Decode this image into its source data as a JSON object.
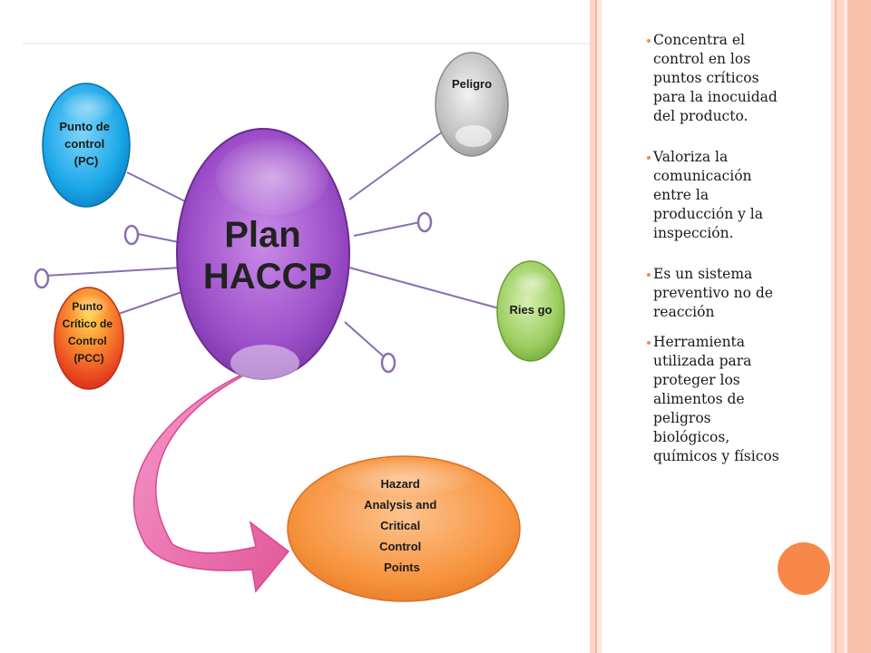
{
  "colors": {
    "accent": "#f7884a",
    "stripe_light": "#fcd5c4",
    "stripe_mid": "#f7b9a0",
    "line": "#8a6fb0",
    "center_node": "#9d4fc9",
    "blue_node": "#1aa7e8",
    "gray_node": "#bfbfbf",
    "green_node": "#9ccd5f",
    "red_node": "#f24a1e",
    "orange_node": "#f7943f",
    "arrow": "#ee6fab"
  },
  "diagram": {
    "center": {
      "lines": [
        "Plan",
        "HACCP"
      ]
    },
    "nodes": [
      {
        "id": "pc",
        "lines": [
          "Punto de",
          "control",
          "(PC)"
        ]
      },
      {
        "id": "peligro",
        "lines": [
          "Peligro"
        ]
      },
      {
        "id": "riesgo",
        "lines": [
          "Ries go"
        ]
      },
      {
        "id": "pcc",
        "lines": [
          "Punto",
          "Crítico de",
          "Control",
          "(PCC)"
        ]
      },
      {
        "id": "hazard",
        "lines": [
          "Hazard",
          "Analysis and",
          "Critical",
          "Control",
          "Points"
        ]
      }
    ]
  },
  "bullets": [
    "Concentra el control en los puntos críticos para la inocuidad del producto.",
    "Valoriza la comunicación entre la producción y la inspección.",
    "Es un sistema preventivo no de reacción",
    "Herramienta utilizada para proteger los alimentos de peligros biológicos, químicos y físicos"
  ]
}
